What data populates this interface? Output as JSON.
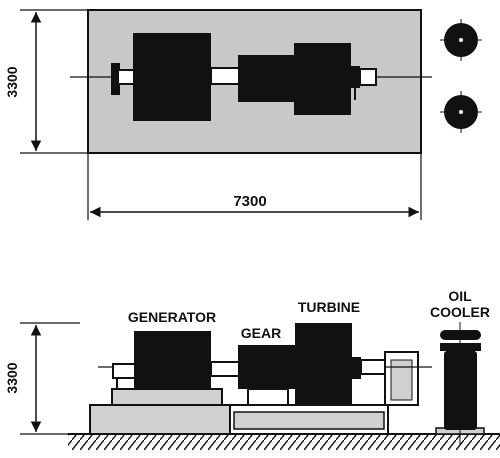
{
  "plan_view": {
    "width_dimension": "7300",
    "height_dimension": "3300"
  },
  "elevation_view": {
    "height_dimension": "3300",
    "labels": {
      "generator": "GENERATOR",
      "gear": "GEAR",
      "turbine": "TURBINE",
      "oil_cooler_line1": "OIL",
      "oil_cooler_line2": "COOLER"
    }
  },
  "colors": {
    "ink": "#111111",
    "paper": "#ffffff",
    "plan_floor": "#c8c8c8",
    "foundation": "#d0d0d0"
  }
}
